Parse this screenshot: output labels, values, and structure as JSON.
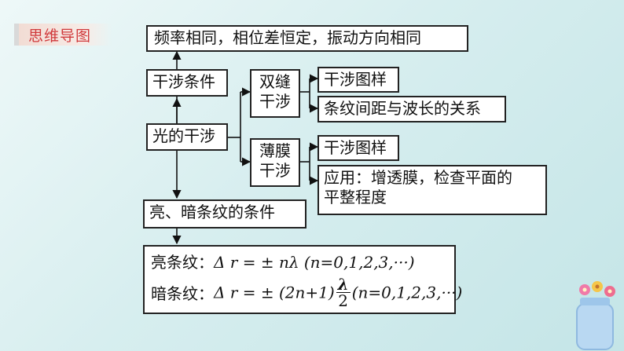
{
  "badge": {
    "label": "思维导图"
  },
  "nodes": {
    "top": "频率相同，相位差恒定，振动方向相同",
    "interference_condition": "干涉条件",
    "light_interference": "光的干涉",
    "double_slit_line1": "双缝",
    "double_slit_line2": "干涉",
    "pattern_1": "干涉图样",
    "fringe_relation": "条纹间距与波长的关系",
    "film_line1": "薄膜",
    "film_line2": "干涉",
    "pattern_2": "干涉图样",
    "application_line1": "应用：增透膜，检查平面的",
    "application_line2": "平整程度",
    "bright_dark_condition": "亮、暗条纹的条件"
  },
  "formulas": {
    "bright_label": "亮条纹：",
    "bright_expr": "Δ r = ± nλ (n=0,1,2,3,···)",
    "dark_label": "暗条纹：",
    "dark_prefix": "Δ r = ± (2n+1)",
    "dark_num": "λ",
    "dark_den": "2",
    "dark_suffix": "(n=0,1,2,3,···)"
  }
}
